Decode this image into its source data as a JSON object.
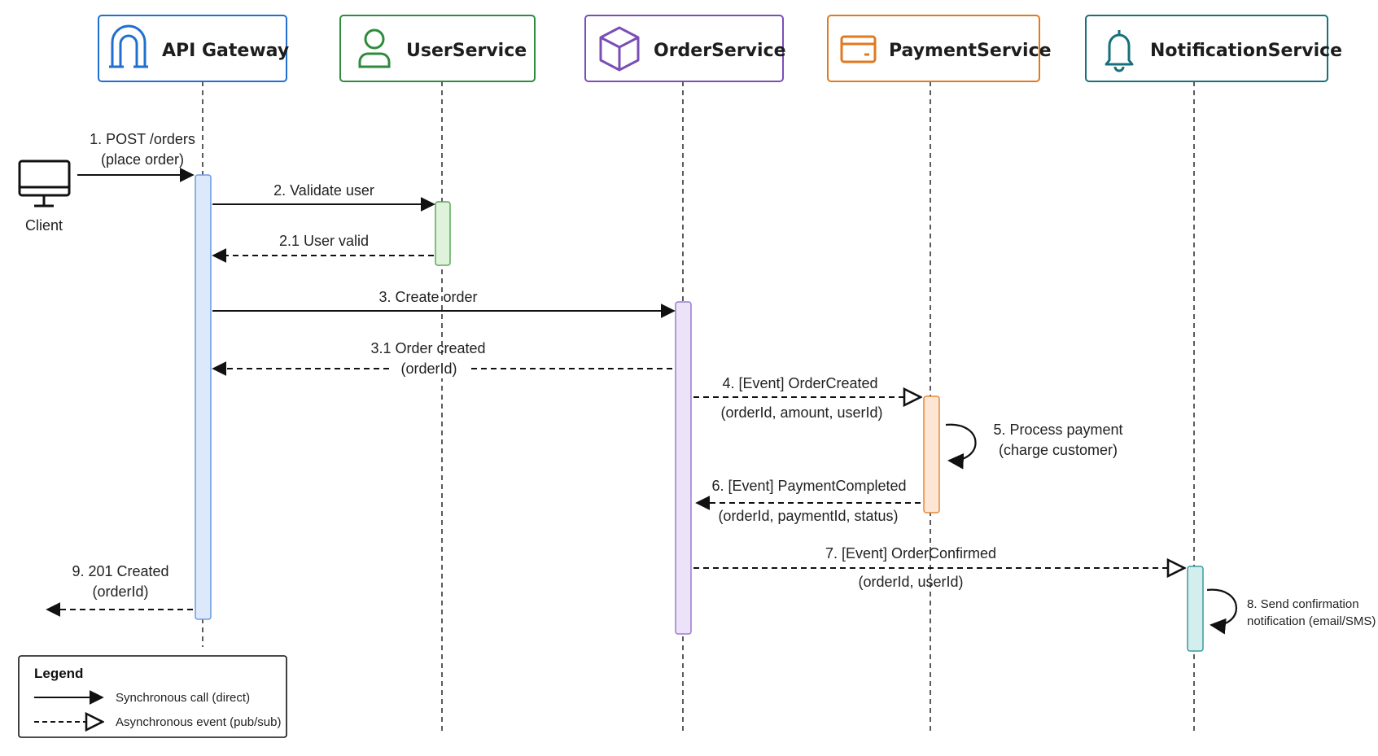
{
  "participants": [
    {
      "id": "gateway",
      "label": "API Gateway",
      "icon": "archway-icon",
      "color": "#1f6fd1",
      "bar": "#dce9fb"
    },
    {
      "id": "user",
      "label": "UserService",
      "icon": "person-icon",
      "color": "#2e8b3e",
      "bar": "#dff2dc"
    },
    {
      "id": "order",
      "label": "OrderService",
      "icon": "box-icon",
      "color": "#7a4fb5",
      "bar": "#ece3f8"
    },
    {
      "id": "payment",
      "label": "PaymentService",
      "icon": "credit-card-icon",
      "color": "#e07a1f",
      "bar": "#fde6d3"
    },
    {
      "id": "notification",
      "label": "NotificationService",
      "icon": "bell-icon",
      "color": "#17707a",
      "bar": "#d4eeee"
    }
  ],
  "client": {
    "label": "Client",
    "icon": "monitor-icon"
  },
  "messages": {
    "m1": [
      "1. POST /orders",
      "(place order)"
    ],
    "m2": "2. Validate user",
    "m21": "2.1 User valid",
    "m3": "3. Create order",
    "m31": [
      "3.1 Order created",
      "(orderId)"
    ],
    "m4": [
      "4. [Event] OrderCreated",
      "(orderId, amount, userId)"
    ],
    "m5": [
      "5. Process payment",
      "(charge customer)"
    ],
    "m6": [
      "6. [Event] PaymentCompleted",
      "(orderId, paymentId, status)"
    ],
    "m7": [
      "7. [Event] OrderConfirmed",
      "(orderId, userId)"
    ],
    "m8": [
      "8. Send confirmation",
      "notification (email/SMS)"
    ],
    "m9": [
      "9. 201 Created",
      "(orderId)"
    ]
  },
  "legend": {
    "title": "Legend",
    "sync": "Synchronous call (direct)",
    "async": "Asynchronous event (pub/sub)"
  }
}
